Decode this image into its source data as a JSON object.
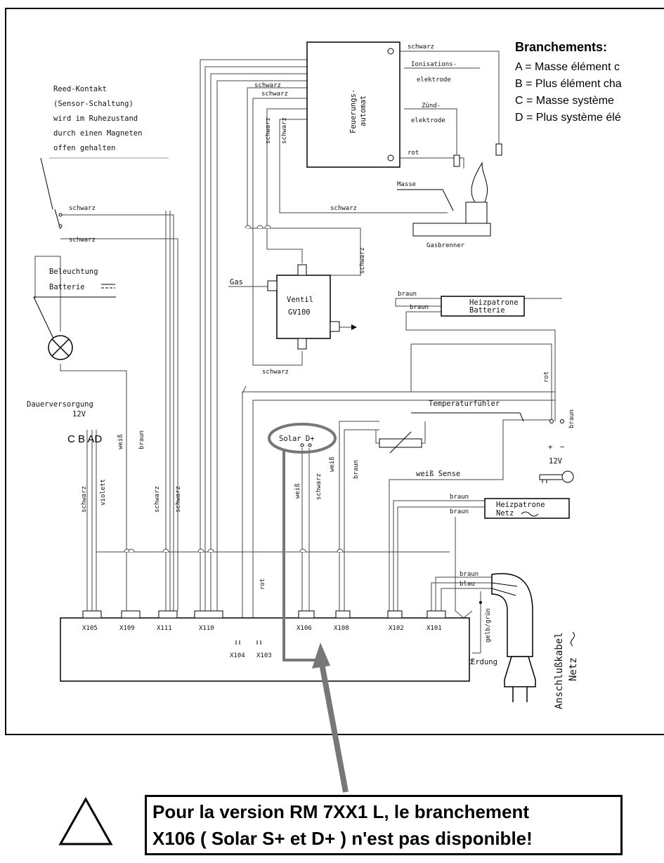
{
  "legend": {
    "title": "Branchements:",
    "items": [
      "A = Masse élément c",
      "B = Plus élément cha",
      "C = Masse système",
      "D = Plus système élé"
    ]
  },
  "components": {
    "reed": [
      "Reed-Kontakt",
      "(Sensor-Schaltung)",
      "wird im Ruhezustand",
      "durch einen Magneten",
      "offen gehalten"
    ],
    "feuerung": [
      "Feuerungs-",
      "automat"
    ],
    "ionisation": [
      "Ionisations-",
      "elektrode"
    ],
    "zuend": [
      "Zünd-",
      "elektrode"
    ],
    "masse": "Masse",
    "gasbrenner": "Gasbrenner",
    "beleuchtung": [
      "Beleuchtung",
      "Batterie"
    ],
    "gas": "Gas",
    "ventil": [
      "Ventil",
      "GV100"
    ],
    "heiz_batt": [
      "Heizpatrone",
      "Batterie"
    ],
    "temperatur": "Temperaturfühler",
    "dauer": [
      "Dauerversorgung",
      "12V"
    ],
    "cbad": "C B AD",
    "solar": "Solar  D+",
    "volt12": "12V",
    "sense": "weiß Sense",
    "heiz_netz": [
      "Heizpatrone",
      "Netz"
    ],
    "erdung": "Erdung",
    "anschluss": [
      "Anschlußkabel",
      "Netz"
    ],
    "gelbgruen": "gelb/grün"
  },
  "wires": {
    "schwarz": "schwarz",
    "rot": "rot",
    "braun": "braun",
    "weiss": "weiß",
    "violett": "violett",
    "blau": "blau"
  },
  "connectors": {
    "x105": "X105",
    "x109": "X109",
    "x111": "X111",
    "x110": "X110",
    "x104": "X104",
    "x103": "X103",
    "x106": "X106",
    "x108": "X108",
    "x102": "X102",
    "x101": "X101"
  },
  "note": {
    "line1": "Pour la version RM 7XX1 L, le branchement",
    "line2": "X106 ( Solar S+ et  D+ ) n'est pas disponible!"
  }
}
